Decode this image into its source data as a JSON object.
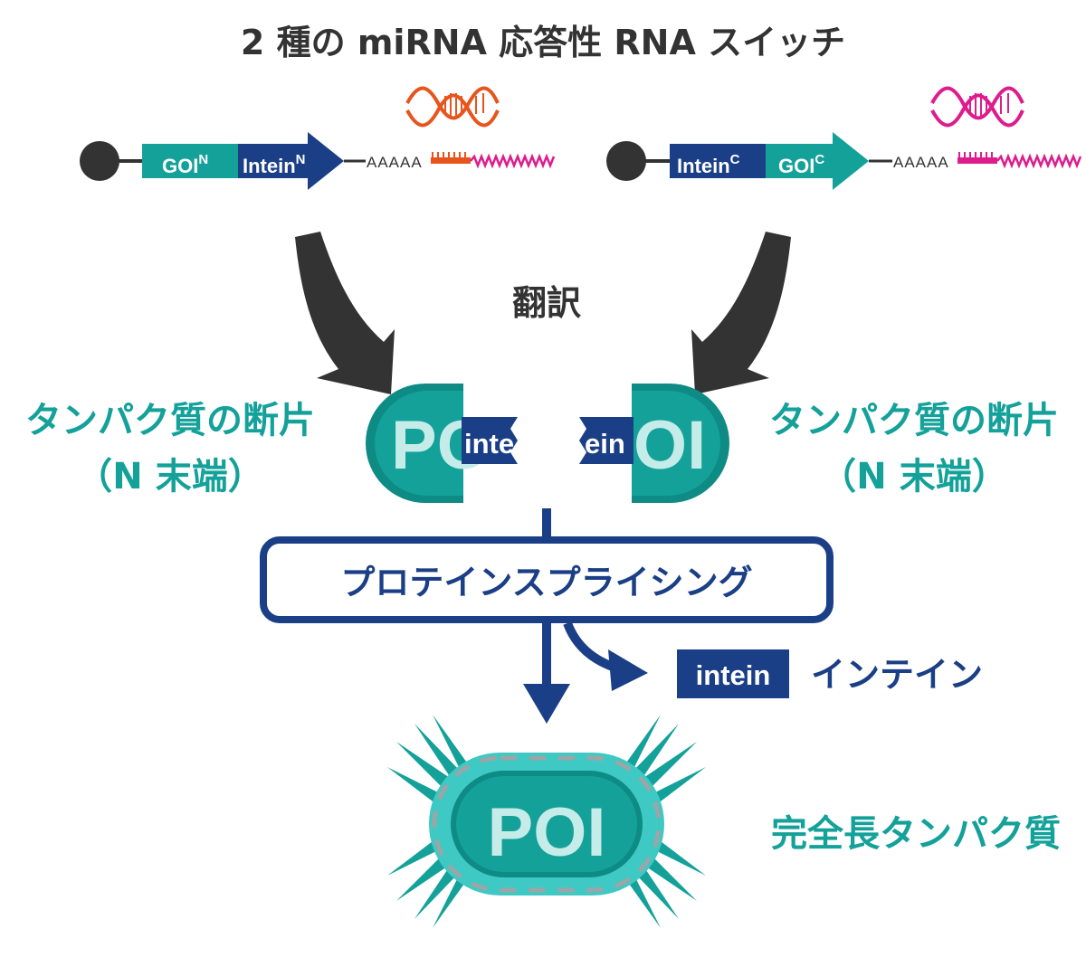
{
  "title": "2 種の miRNA 応答性 RNA スイッチ",
  "colors": {
    "teal": "#13a19a",
    "teal_dark": "#0d8b84",
    "teal_light": "#3fc9c4",
    "navy": "#1b3f86",
    "dark": "#333333",
    "orange": "#e7541c",
    "magenta": "#de1c8d",
    "poi_text": "#c6ece9"
  },
  "constructs": {
    "left": {
      "goi_label": "GOI",
      "goi_sup": "N",
      "intein_label": "Intein",
      "intein_sup": "N",
      "polya": "AAAAA"
    },
    "right": {
      "intein_label": "Intein",
      "intein_sup": "C",
      "goi_label": "GOI",
      "goi_sup": "C",
      "polya": "AAAAA"
    }
  },
  "translation_label": "翻訳",
  "fragment_left": {
    "label_line1": "タンパク質の断片",
    "label_line2": "（N 末端）",
    "shape_text": "PO",
    "intein_text": "inte"
  },
  "fragment_right": {
    "label_line1": "タンパク質の断片",
    "label_line2": "（N 末端）",
    "shape_text": "OI",
    "intein_text": "ein"
  },
  "splicing_label": "プロテインスプライシング",
  "intein_box_text": "intein",
  "intein_label": "インテイン",
  "poi_text": "POI",
  "full_length_label": "完全長タンパク質"
}
